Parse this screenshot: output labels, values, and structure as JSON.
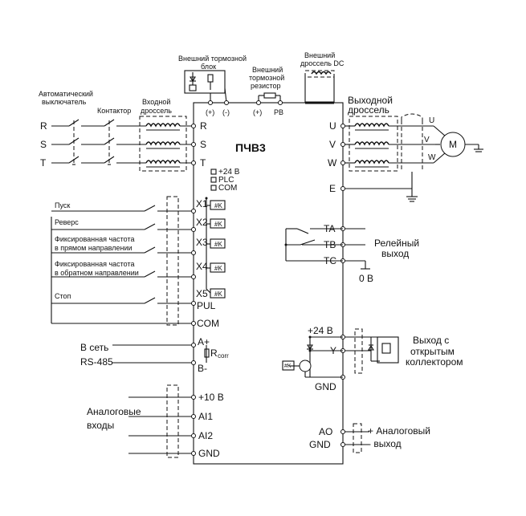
{
  "title": "ПЧВ3",
  "ext_brake_unit": [
    "Внешний тормозной",
    "блок"
  ],
  "ext_brake_resistor": [
    "Внешний",
    "тормозной",
    "резистор"
  ],
  "ext_dc_choke": [
    "Внешний",
    "дроссель DC"
  ],
  "breaker": [
    "Автоматический",
    "выключатель"
  ],
  "contactor": "Контактор",
  "input_choke": [
    "Входной",
    "дроссель"
  ],
  "output_choke": [
    "Выходной",
    "дроссель"
  ],
  "motor": "M",
  "supply_phases": [
    "R",
    "S",
    "T"
  ],
  "input_terms": [
    "R",
    "S",
    "T"
  ],
  "output_terms": [
    "U",
    "V",
    "W"
  ],
  "earth_term": "E",
  "motor_phases": [
    "U",
    "V",
    "W"
  ],
  "dc_terms": [
    "(+)",
    "(-)",
    "(+)",
    "PB"
  ],
  "aux_terms": [
    "+24 В",
    "PLC",
    "COM"
  ],
  "opto_tag": "#K",
  "inputs": [
    {
      "term": "X1",
      "label": [
        "Пуск"
      ]
    },
    {
      "term": "X2",
      "label": [
        "Реверс"
      ]
    },
    {
      "term": "X3",
      "label": [
        "Фиксированная частота",
        "в прямом направлении"
      ]
    },
    {
      "term": "X4",
      "label": [
        "Фиксированная частота",
        "в обратном направлении"
      ]
    },
    {
      "term": "X5",
      "label": [
        "Стоп"
      ]
    }
  ],
  "pul": "PUL",
  "com": "COM",
  "rs485_terms": [
    "A+",
    "B-"
  ],
  "rs485_label": [
    "В сеть",
    "RS-485"
  ],
  "r_main": "R",
  "r_sub": "corr",
  "relay_terms": [
    "TA",
    "TB",
    "TC"
  ],
  "relay_label": [
    "Релейный",
    "выход"
  ],
  "zero_v": "0 В",
  "oc_terms": [
    "+24 В",
    "Y",
    "GND"
  ],
  "oc_label": [
    "Выход с",
    "открытым",
    "коллектором"
  ],
  "analog_in_terms": [
    "+10 В",
    "AI1",
    "AI2",
    "GND"
  ],
  "analog_in_label": [
    "Аналоговые",
    "входы"
  ],
  "analog_out_terms": [
    "AO",
    "GND"
  ],
  "analog_out_label": [
    "+ Аналоговый",
    "-  выход"
  ]
}
